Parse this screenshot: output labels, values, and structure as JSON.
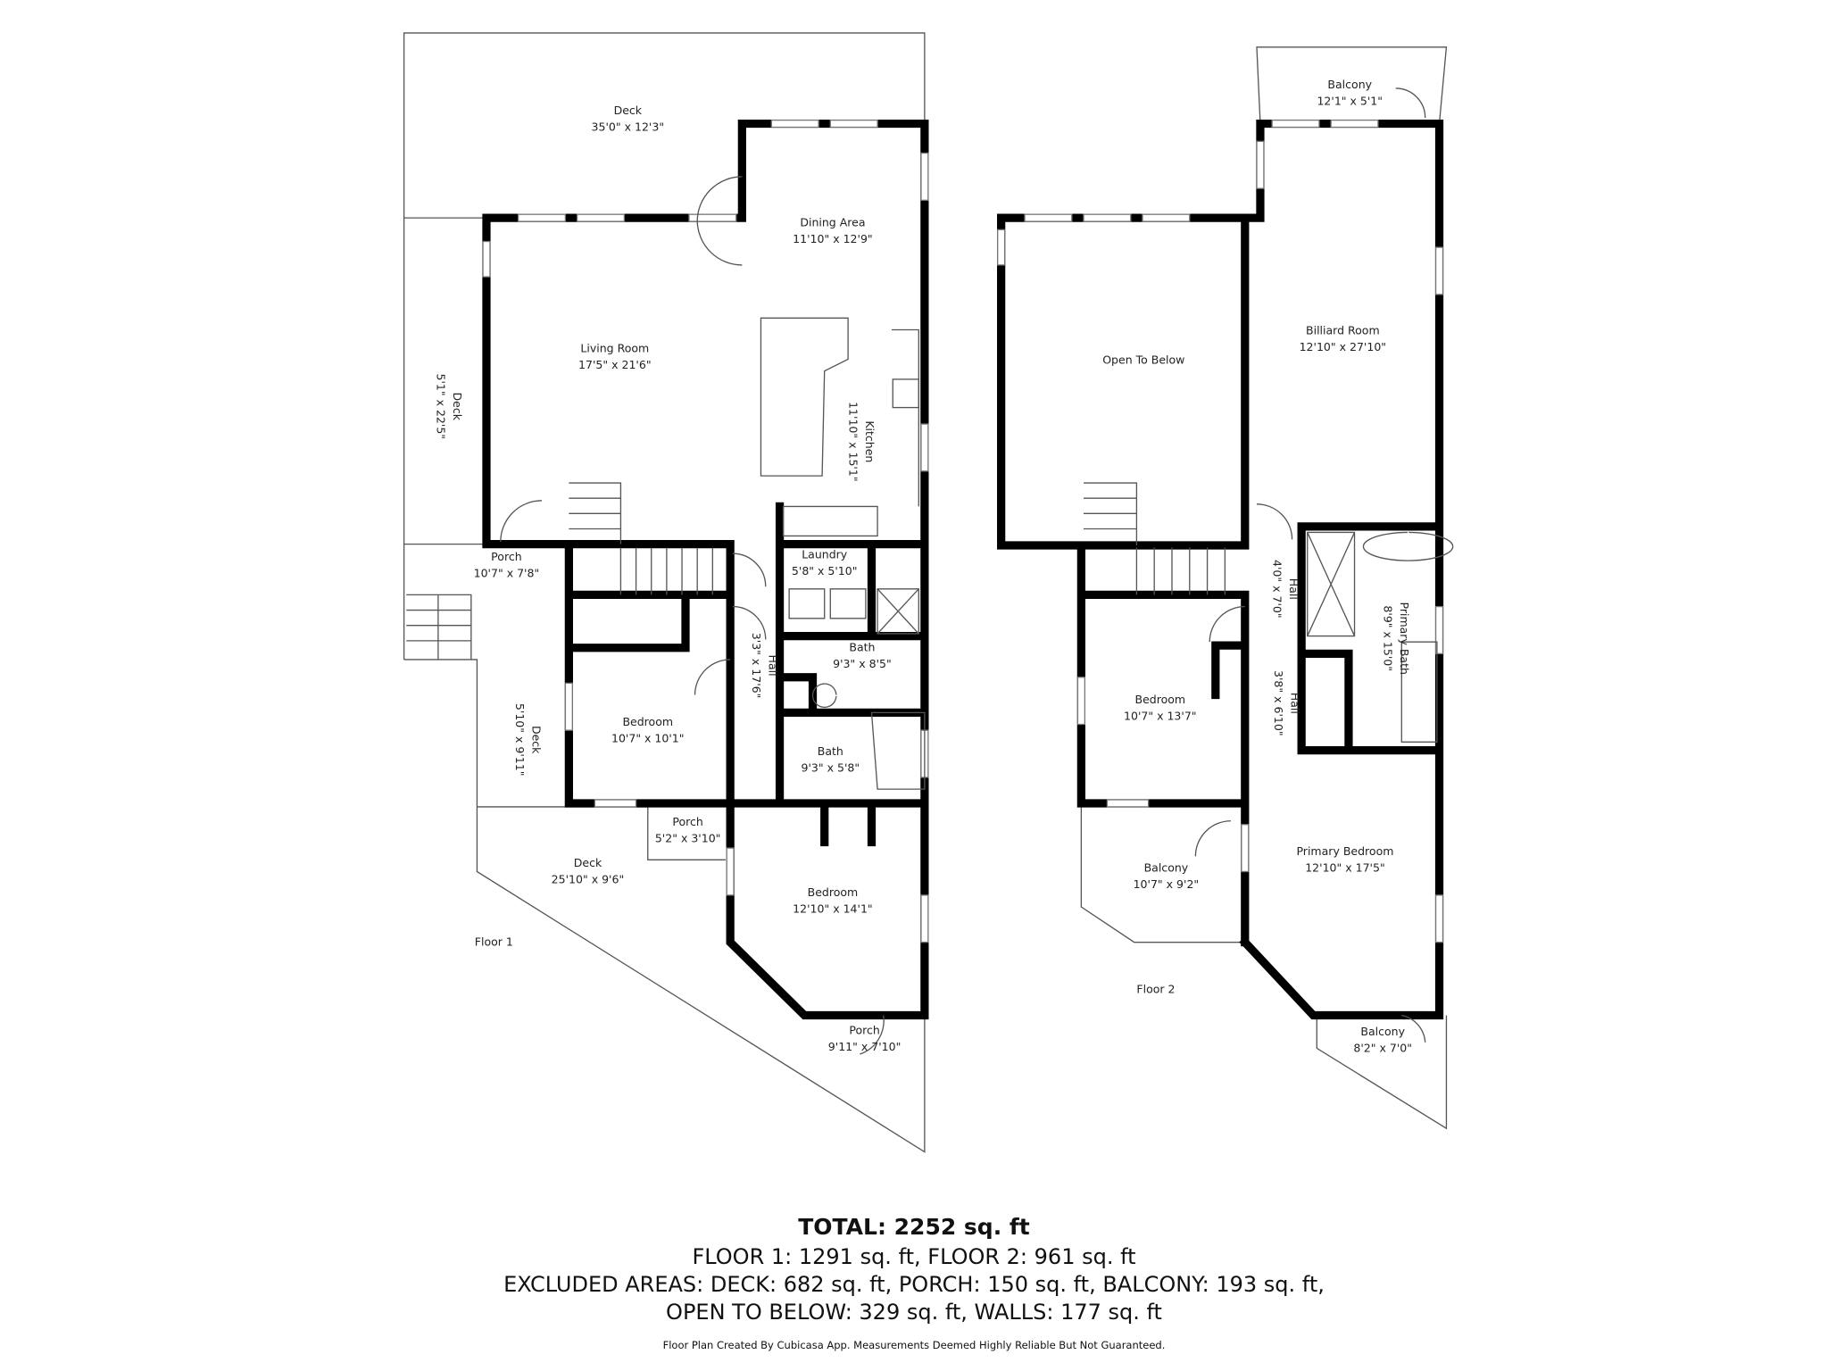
{
  "floor1": {
    "label": "Floor 1",
    "rooms": [
      {
        "name": "Deck",
        "size": "35'0\" x 12'3\""
      },
      {
        "name": "Dining Area",
        "size": "11'10\" x 12'9\""
      },
      {
        "name": "Living Room",
        "size": "17'5\" x 21'6\""
      },
      {
        "name": "Deck",
        "size": "5'1\" x 22'5\""
      },
      {
        "name": "Kitchen",
        "size": "11'10\" x 15'1\""
      },
      {
        "name": "Porch",
        "size": "10'7\" x 7'8\""
      },
      {
        "name": "Laundry",
        "size": "5'8\" x 5'10\""
      },
      {
        "name": "Hall",
        "size": "3'3\" x 17'6\""
      },
      {
        "name": "Bath",
        "size": "9'3\" x 8'5\""
      },
      {
        "name": "Bedroom",
        "size": "10'7\" x 10'1\""
      },
      {
        "name": "Deck",
        "size": "5'10\" x 9'11\""
      },
      {
        "name": "Bath",
        "size": "9'3\" x 5'8\""
      },
      {
        "name": "Porch",
        "size": "5'2\" x 3'10\""
      },
      {
        "name": "Deck",
        "size": "25'10\" x 9'6\""
      },
      {
        "name": "Bedroom",
        "size": "12'10\" x 14'1\""
      },
      {
        "name": "Porch",
        "size": "9'11\" x 7'10\""
      }
    ]
  },
  "floor2": {
    "label": "Floor 2",
    "rooms": [
      {
        "name": "Balcony",
        "size": "12'1\" x 5'1\""
      },
      {
        "name": "Open To Below",
        "size": ""
      },
      {
        "name": "Billiard Room",
        "size": "12'10\" x 27'10\""
      },
      {
        "name": "Hall",
        "size": "4'0\" x 7'0\""
      },
      {
        "name": "Primary Bath",
        "size": "8'9\" x 15'0\""
      },
      {
        "name": "Bedroom",
        "size": "10'7\" x 13'7\""
      },
      {
        "name": "Hall",
        "size": "3'8\" x 6'10\""
      },
      {
        "name": "Balcony",
        "size": "10'7\" x 9'2\""
      },
      {
        "name": "Primary Bedroom",
        "size": "12'10\" x 17'5\""
      },
      {
        "name": "Balcony",
        "size": "8'2\" x 7'0\""
      }
    ]
  },
  "summary": {
    "total": "TOTAL: 2252 sq. ft",
    "floors": "FLOOR 1: 1291 sq. ft, FLOOR 2: 961 sq. ft",
    "excluded_1": "EXCLUDED AREAS: DECK: 682 sq. ft, PORCH: 150 sq. ft, BALCONY: 193 sq. ft,",
    "excluded_2": "OPEN TO BELOW: 329 sq. ft, WALLS: 177 sq. ft",
    "disclaimer": "Floor Plan Created By Cubicasa App. Measurements Deemed Highly Reliable But Not Guaranteed."
  }
}
